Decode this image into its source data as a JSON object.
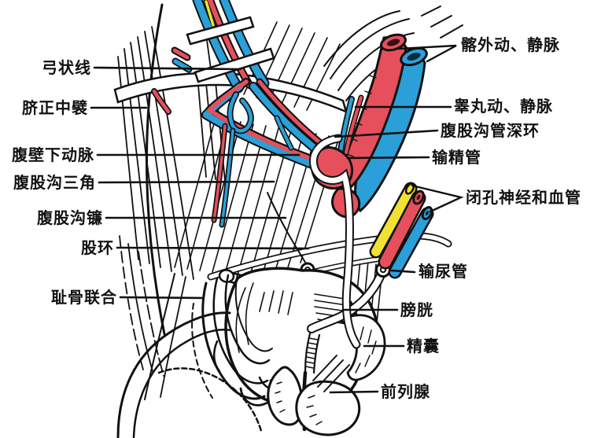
{
  "figure": {
    "kind": "anatomical line illustration of the male inguinal region and pelvis, color-highlighted vessels"
  },
  "labels": {
    "left": [
      "弓状线",
      "脐正中襞",
      "腹壁下动脉",
      "腹股沟三角",
      "腹股沟镰",
      "股环",
      "耻骨联合"
    ],
    "right": [
      "髂外动、静脉",
      "睾丸动、静脉",
      "腹股沟管深环",
      "输精管",
      "闭孔神经和血管",
      "输尿管",
      "膀胱",
      "精囊",
      "前列腺"
    ]
  },
  "colors": {
    "artery_red": "#e5505c",
    "vein_blue": "#2b9fd8",
    "nerve_yellow": "#f0e233",
    "artery_lumen": "#3a0d14",
    "vein_lumen": "#0c2b40",
    "ink": "#111111",
    "background": "#ffffff"
  }
}
